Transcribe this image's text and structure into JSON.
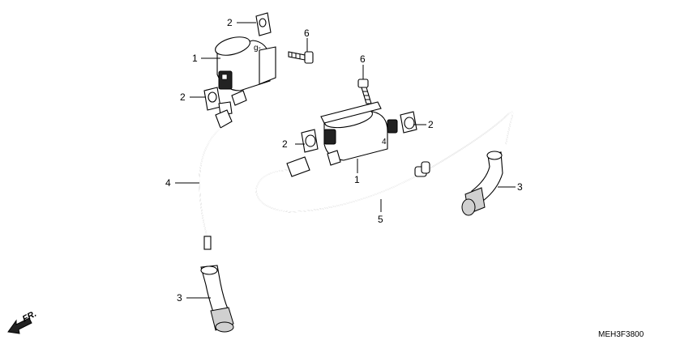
{
  "diagram": {
    "callouts": [
      {
        "id": "c1",
        "text": "2"
      },
      {
        "id": "c2",
        "text": "6"
      },
      {
        "id": "c3",
        "text": "1"
      },
      {
        "id": "c4",
        "text": "2"
      },
      {
        "id": "c5",
        "text": "4"
      },
      {
        "id": "c6",
        "text": "3"
      },
      {
        "id": "c7",
        "text": "6"
      },
      {
        "id": "c8",
        "text": "2"
      },
      {
        "id": "c9",
        "text": "2"
      },
      {
        "id": "c10",
        "text": "1"
      },
      {
        "id": "c11",
        "text": "5"
      },
      {
        "id": "c12",
        "text": "3"
      }
    ],
    "diagram_code": "MEH3F3800",
    "direction_label": "FR."
  }
}
